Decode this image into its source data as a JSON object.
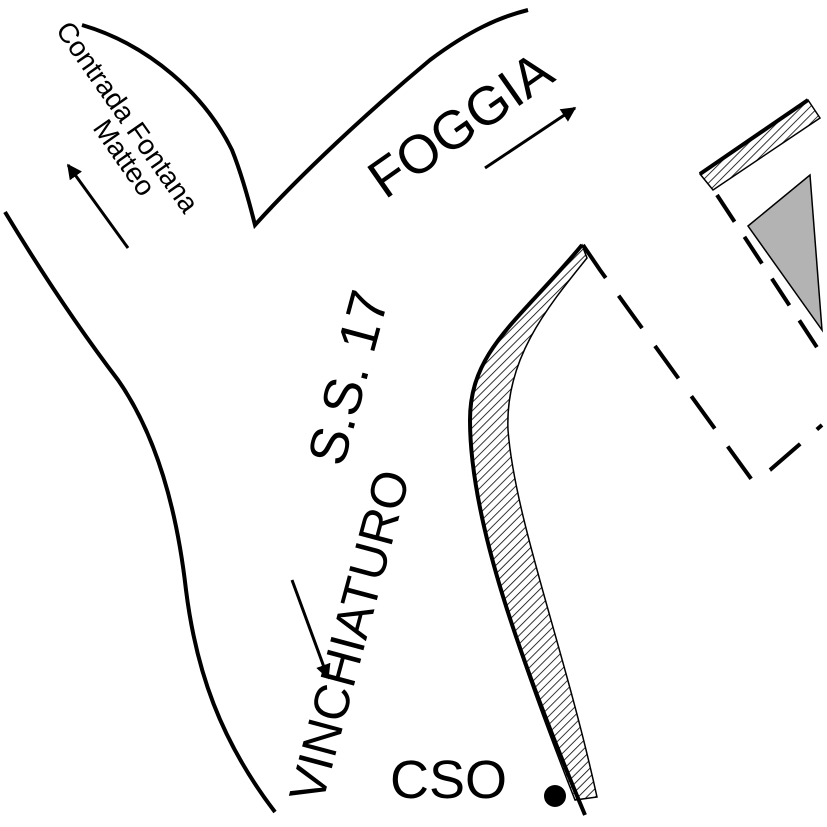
{
  "map": {
    "labels": {
      "contrada_line1": "Contrada Fontana",
      "contrada_line2": "Matteo",
      "foggia": "FOGGIA",
      "road": "S.S. 17",
      "vinchiaturo": "VINCHIATURO",
      "cso": "CSO"
    },
    "colors": {
      "ink": "#000000",
      "background": "#ffffff",
      "building_fill": "#b3b3b3"
    },
    "symbols": {
      "site_marker": "filled-circle",
      "direction_marker": "arrow",
      "curb": "hatched-strip",
      "boundary": "dashed-line"
    }
  }
}
